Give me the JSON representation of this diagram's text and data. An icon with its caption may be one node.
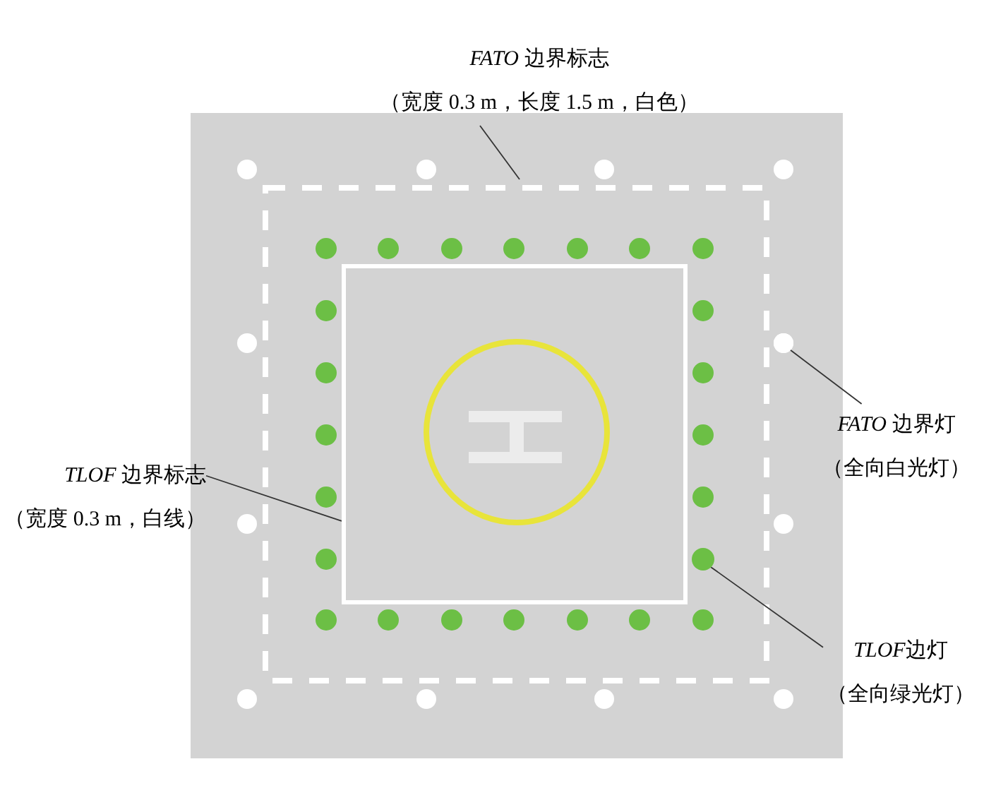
{
  "diagram": {
    "nodes": [
      {
        "text": [
          "*FATO* 边界标志",
          "（宽度 0.3 m，长度 1.5 m，白色）"
        ]
      },
      {
        "text": [
          "*TLOF* 边界标志",
          "（宽度 0.3 m，白线）"
        ]
      },
      {
        "text": [
          "*FATO* 边界灯",
          "（全向白光灯）"
        ]
      },
      {
        "text": [
          "TLOF边灯",
          "（全向绿光灯）"
        ]
      },
      {
        "text": [],
        "shape": "box"
      },
      {
        "text": [],
        "shape": "circle"
      },
      {
        "text": [],
        "shape": "circle"
      }
    ],
    "edges": [
      {
        "from": 0,
        "to": null,
        "arrow": "none"
      },
      {
        "from": 1,
        "to": 4,
        "arrow": "none"
      },
      {
        "from": 2,
        "to": 6,
        "arrow": "none"
      },
      {
        "from": 3,
        "to": 5,
        "arrow": "none"
      }
    ]
  }
}
